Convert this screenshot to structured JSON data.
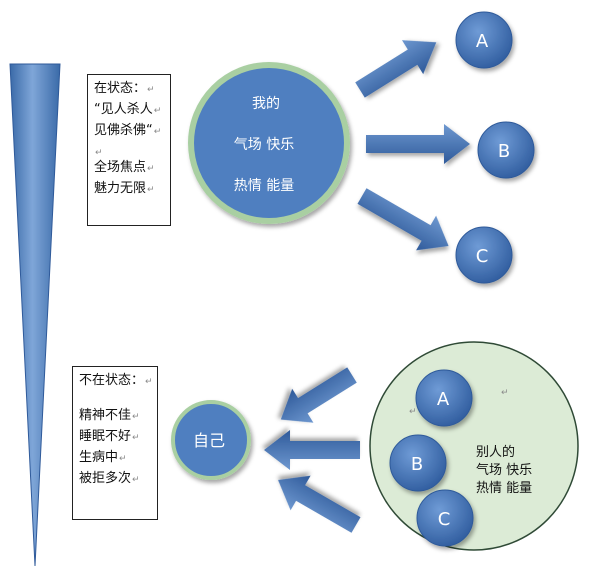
{
  "colors": {
    "blue_fill": "#4f7fc0",
    "blue_dark": "#2f5a9a",
    "ring": "#a9cfa2",
    "green_fill": "#dcebd6",
    "green_border": "#2f4a36"
  },
  "top": {
    "note_lines": [
      "在状态：",
      "“见人杀人",
      "见佛杀佛“",
      "",
      "全场焦点",
      "魅力无限"
    ],
    "circle_lines": [
      "我的",
      "气场 快乐",
      "热情 能量"
    ],
    "targets": [
      "A",
      "B",
      "C"
    ]
  },
  "bottom": {
    "note_lines": [
      "不在状态：",
      "",
      "精神不佳",
      "睡眠不好",
      "生病中",
      "被拒多次"
    ],
    "self_label": "自己",
    "others": [
      "A",
      "B",
      "C"
    ],
    "others_lines": [
      "别人的",
      "气场 快乐",
      "热情 能量"
    ]
  },
  "paragraph_mark": "↵"
}
